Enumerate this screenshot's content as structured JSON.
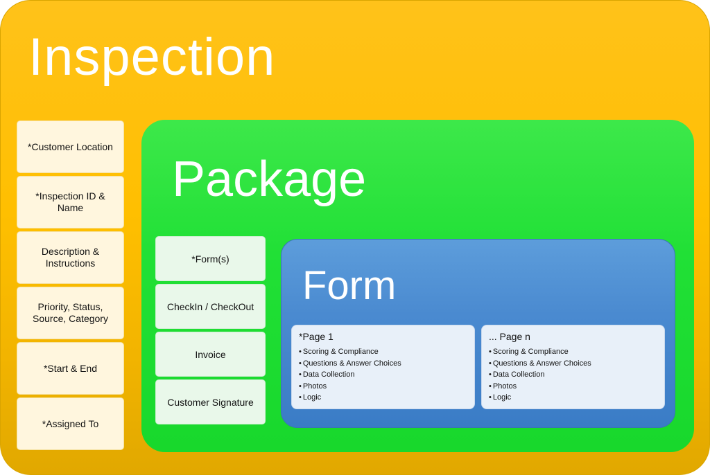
{
  "inspection": {
    "title": "Inspection",
    "items": [
      "*Customer Location",
      "*Inspection ID & Name",
      "Description & Instructions",
      "Priority, Status, Source, Category",
      "*Start & End",
      "*Assigned To"
    ]
  },
  "package": {
    "title": "Package",
    "items": [
      "*Form(s)",
      "CheckIn / CheckOut",
      "Invoice",
      "Customer Signature"
    ]
  },
  "form": {
    "title": "Form",
    "pages": [
      {
        "title": "*Page 1",
        "bullets": [
          "Scoring & Compliance",
          "Questions & Answer Choices",
          "Data Collection",
          "Photos",
          "Logic"
        ]
      },
      {
        "title": "... Page n",
        "bullets": [
          "Scoring & Compliance",
          "Questions & Answer Choices",
          "Data Collection",
          "Photos",
          "Logic"
        ]
      }
    ]
  },
  "colors": {
    "inspection": "#ffc000",
    "package": "#21e036",
    "form": "#4a8ad0"
  }
}
